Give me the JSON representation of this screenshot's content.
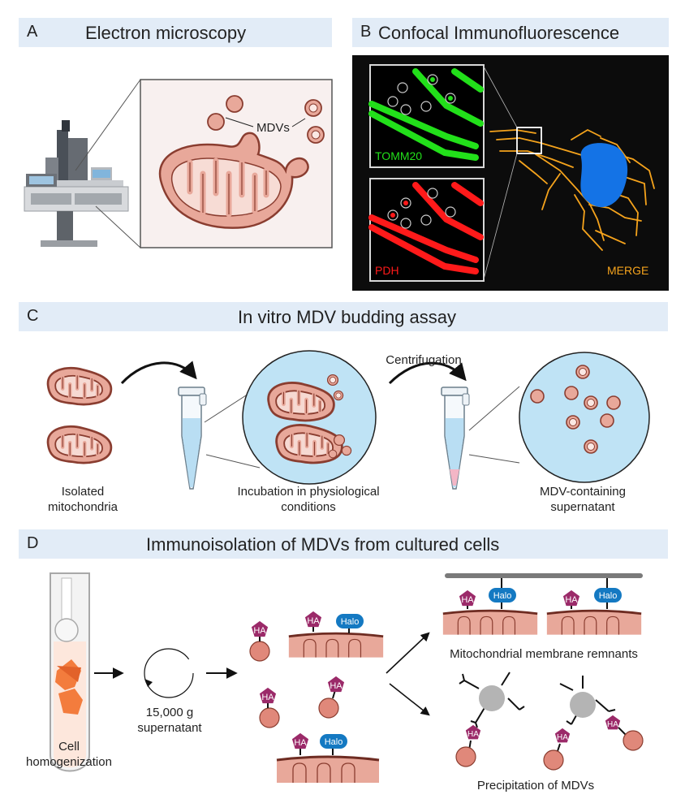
{
  "panels": {
    "a": {
      "letter": "A",
      "title": "Electron microscopy",
      "mdvs_label": "MDVs"
    },
    "b": {
      "letter": "B",
      "title": "Confocal Immunofluorescence",
      "tomm20": "TOMM20",
      "pdh": "PDH",
      "merge": "MERGE"
    },
    "c": {
      "letter": "C",
      "title": "In vitro MDV budding assay",
      "isolated": "Isolated mitochondria",
      "incubation": "Incubation in physiological conditions",
      "centrifugation": "Centrifugation",
      "supernatant": "MDV-containing supernatant"
    },
    "d": {
      "letter": "D",
      "title": "Immunoisolation of MDVs from cultured cells",
      "cell_homog": "Cell homogenization",
      "spin": "15,000 g supernatant",
      "ha": "HA",
      "halo": "Halo",
      "remnants": "Mitochondrial membrane remnants",
      "precip": "Precipitation of MDVs"
    }
  },
  "colors": {
    "banner": "#e2ecf7",
    "mito_fill": "#e8a89a",
    "mito_stroke": "#8a3d30",
    "tomm20": "#22e01a",
    "pdh": "#ff1a1a",
    "merge": "#f5a31c",
    "nucleus": "#1473e6",
    "ha_tag": "#9b2a69",
    "halo_tag": "#1479c2",
    "bead": "#b4b4b4",
    "tube_liquid": "#b9def3"
  }
}
